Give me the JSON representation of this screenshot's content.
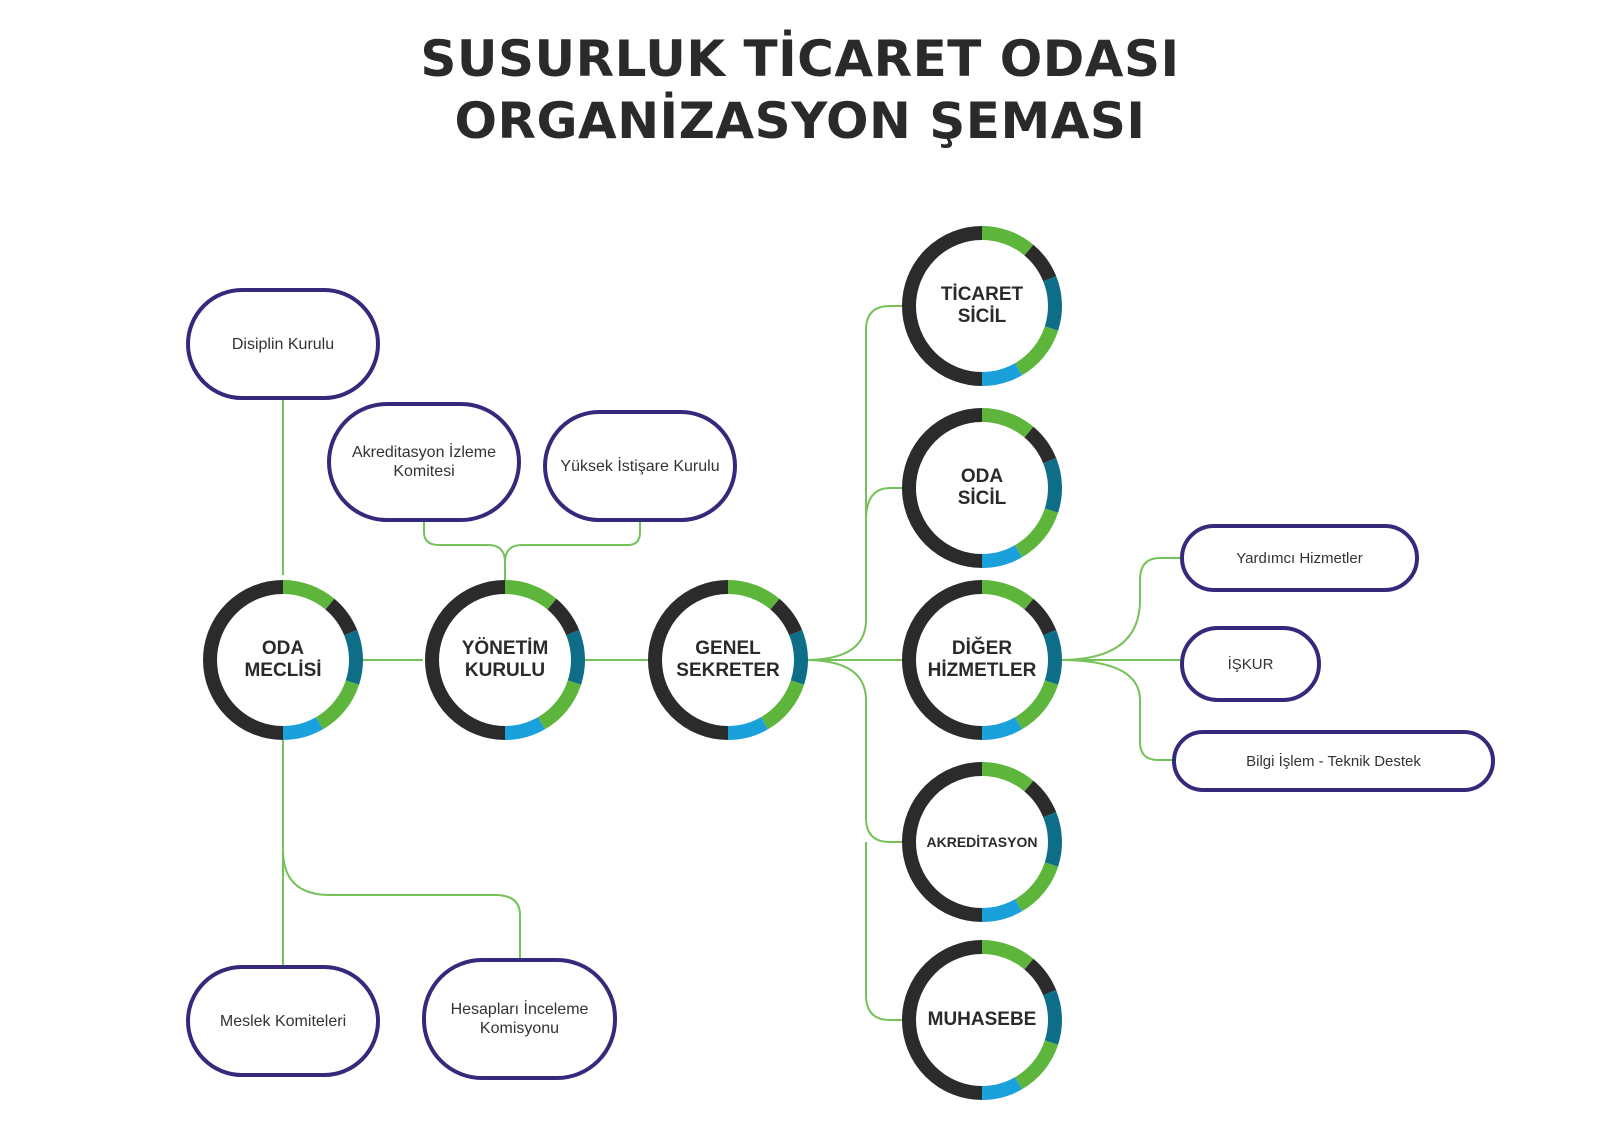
{
  "title": {
    "line1": "SUSURLUK TİCARET ODASI",
    "line2": "ORGANİZASYON ŞEMASI"
  },
  "colors": {
    "ring_dark": "#2b2b2b",
    "ring_green": "#5db63b",
    "ring_teal": "#0e6d87",
    "ring_blue": "#1aa0db",
    "line_green": "#76c25a",
    "pill_border": "#34297a"
  },
  "nodes": {
    "oda_meclisi": {
      "line1": "ODA",
      "line2": "MECLİSİ"
    },
    "yonetim_kurulu": {
      "line1": "YÖNETİM",
      "line2": "KURULU"
    },
    "genel_sekreter": {
      "line1": "GENEL",
      "line2": "SEKRETER"
    },
    "ticaret_sicil": {
      "line1": "TİCARET",
      "line2": "SİCİL"
    },
    "oda_sicil": {
      "line1": "ODA",
      "line2": "SİCİL"
    },
    "diger_hizmetler": {
      "line1": "DİĞER",
      "line2": "HİZMETLER"
    },
    "akreditasyon": {
      "line1": "AKREDİTASYON"
    },
    "muhasebe": {
      "line1": "MUHASEBE"
    }
  },
  "boxes": {
    "disiplin_kurulu": "Disiplin Kurulu",
    "akreditasyon_izleme": {
      "line1": "Akreditasyon İzleme",
      "line2": "Komitesi"
    },
    "yuksek_istisare": "Yüksek İstişare Kurulu",
    "meslek_komiteleri": "Meslek Komiteleri",
    "hesaplari_inceleme": {
      "line1": "Hesapları İnceleme",
      "line2": "Komisyonu"
    },
    "yardimci_hizmetler": "Yardımcı Hizmetler",
    "iskur": "İŞKUR",
    "bilgi_islem": "Bilgi İşlem  - Teknik Destek"
  }
}
